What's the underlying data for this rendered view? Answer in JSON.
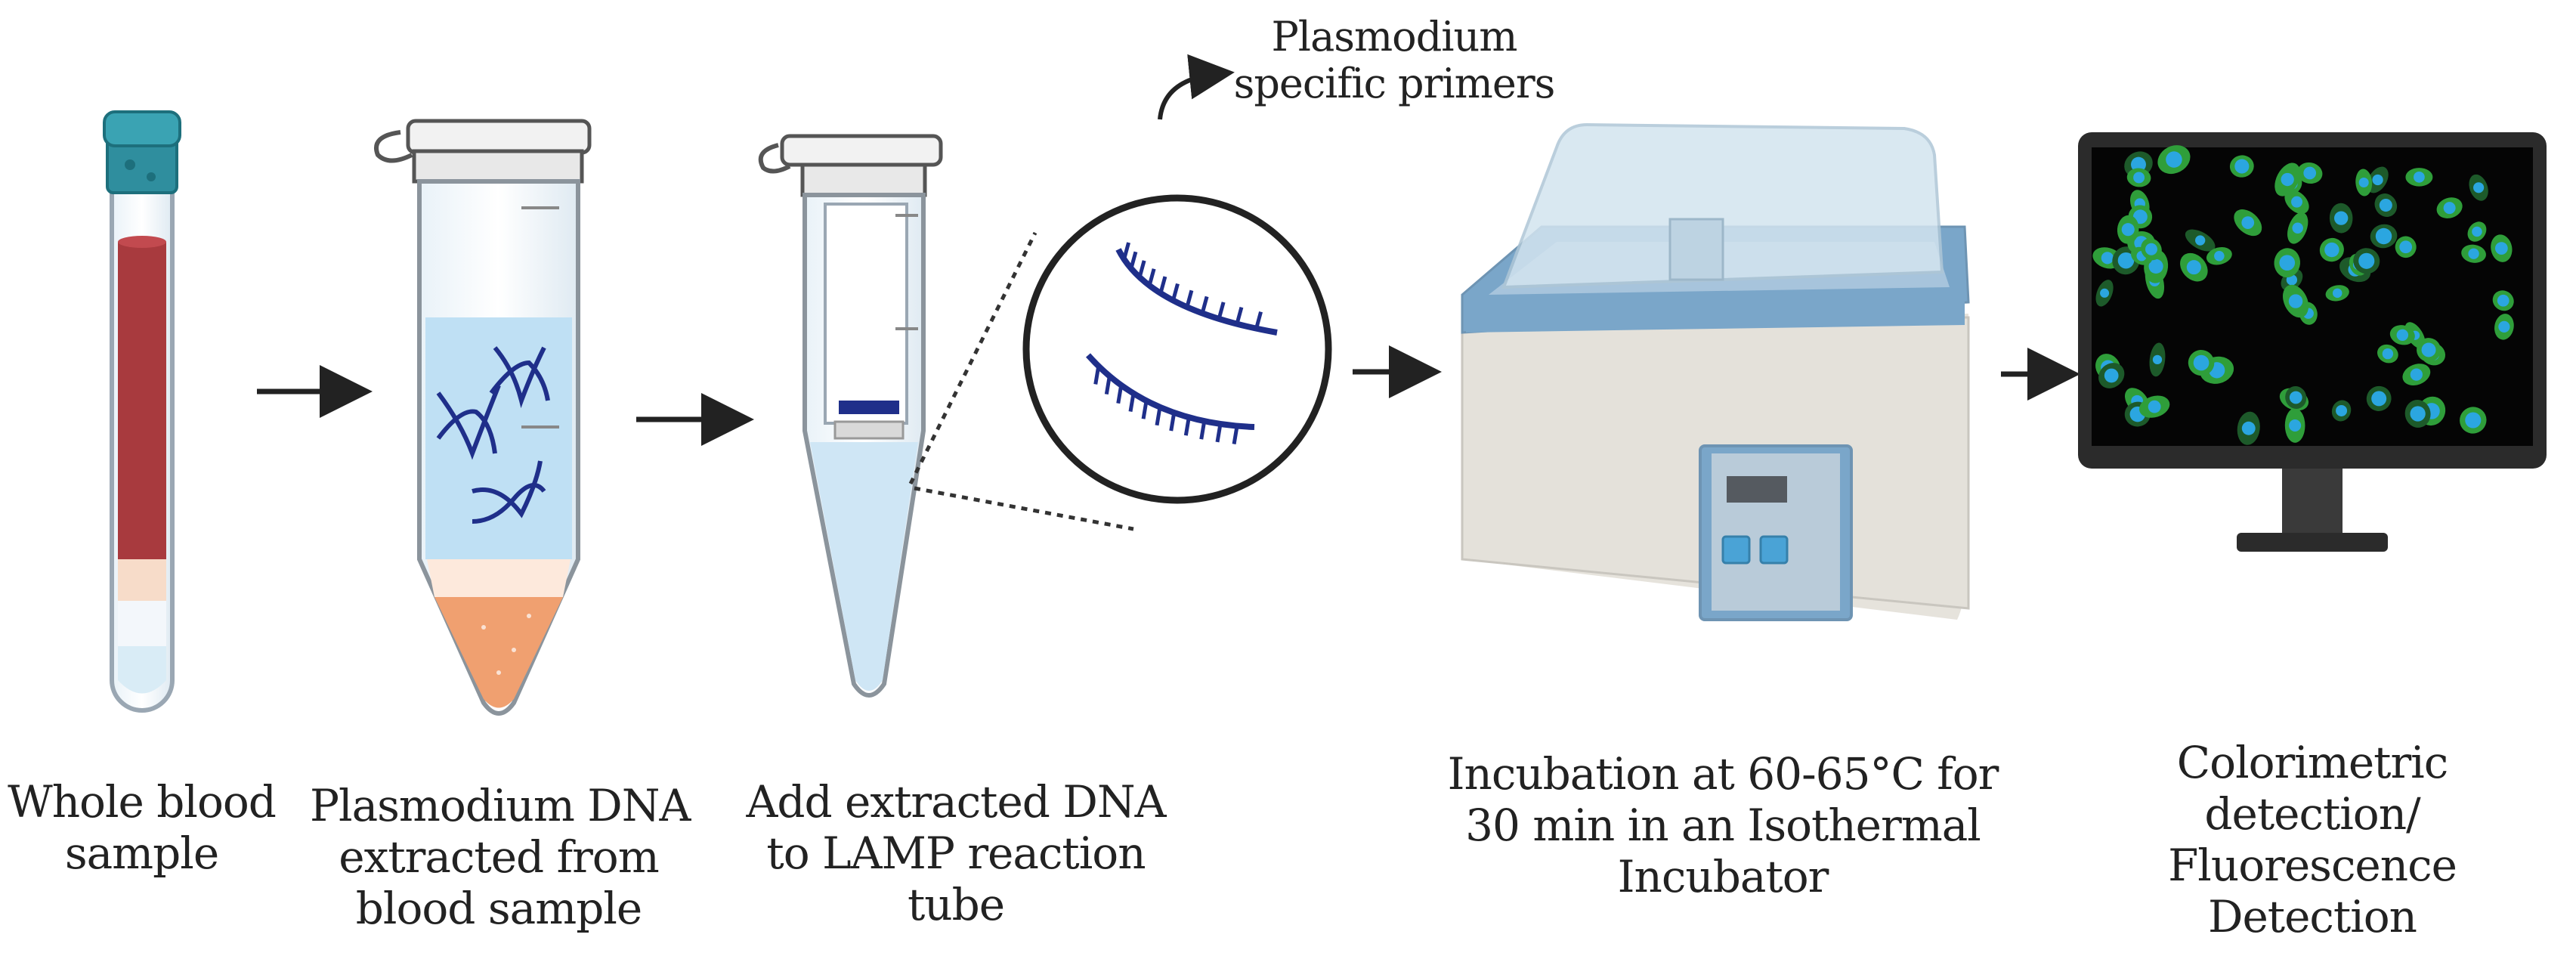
{
  "steps": [
    {
      "lines": [
        "Whole blood",
        "sample"
      ]
    },
    {
      "lines": [
        "Plasmodium DNA",
        "extracted from",
        "blood sample"
      ]
    },
    {
      "lines": [
        "Add extracted DNA",
        "to LAMP reaction",
        "tube"
      ]
    },
    {
      "lines": [
        "Incubation at 60-65°C for",
        "30 min in an Isothermal",
        "Incubator"
      ]
    },
    {
      "lines": [
        "Colorimetric",
        "detection/",
        "Fluorescence",
        "Detection"
      ]
    }
  ],
  "primer_label": {
    "lines": [
      "Plasmodium",
      "specific primers"
    ]
  },
  "colors": {
    "blood": "#a83a3e",
    "tube_cap": "#2f8e9e",
    "dna": "#1f2f8a",
    "pellet": "#f0a070",
    "liquid": "#cfe6f5",
    "incubator_body": "#e6e3dc",
    "incubator_trim": "#7aa6c9",
    "monitor": "#2b2b2b",
    "cell_green": "#2f9e3a",
    "cell_blue": "#2ba6e0"
  }
}
